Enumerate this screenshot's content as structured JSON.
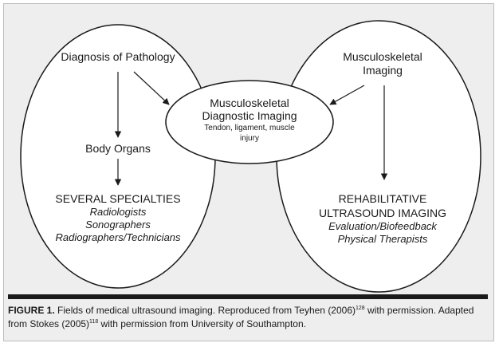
{
  "diagram": {
    "left_circle": {
      "top_label": "Diagnosis of Pathology",
      "middle_label": "Body Organs",
      "bottom_title": "SEVERAL SPECIALTIES",
      "bottom_lines": [
        "Radiologists",
        "Sonographers",
        "Radiographers/Technicians"
      ]
    },
    "center_circle": {
      "title_line1": "Musculoskeletal",
      "title_line2": "Diagnostic Imaging",
      "sub_line1": "Tendon, ligament, muscle",
      "sub_line2": "injury"
    },
    "right_circle": {
      "top_line1": "Musculoskeletal",
      "top_line2": "Imaging",
      "bottom_title1": "REHABILITATIVE",
      "bottom_title2": "ULTRASOUND IMAGING",
      "bottom_lines": [
        "Evaluation/Biofeedback",
        "Physical Therapists"
      ]
    }
  },
  "caption": {
    "label": "FIGURE 1.",
    "text_part1": " Fields of medical ultrasound imaging. Reproduced from Teyhen (2006)",
    "ref1": "128",
    "text_part2": " with permission. Adapted from Stokes (2005)",
    "ref2": "118",
    "text_part3": " with permission from University of Southampton."
  },
  "colors": {
    "stroke": "#1a1a1a",
    "fill": "#ffffff",
    "background": "#eeeeee"
  }
}
